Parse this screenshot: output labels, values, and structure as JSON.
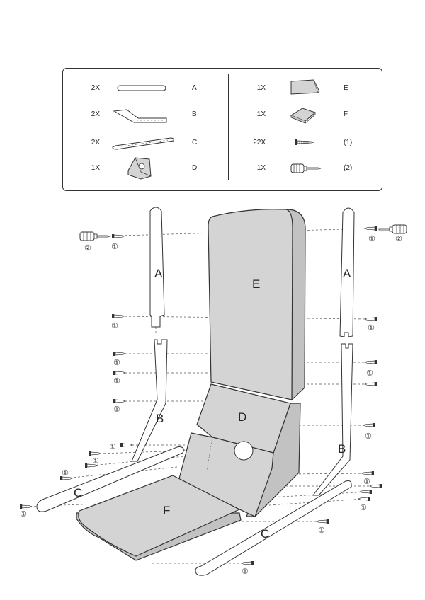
{
  "parts_list": {
    "left": [
      {
        "qty": "2X",
        "letter": "A",
        "icon": "rail-A-icon"
      },
      {
        "qty": "2X",
        "letter": "B",
        "icon": "support-B-icon"
      },
      {
        "qty": "2X",
        "letter": "C",
        "icon": "runner-C-icon"
      },
      {
        "qty": "1X",
        "letter": "D",
        "icon": "lumbar-cushion-D-icon"
      }
    ],
    "right": [
      {
        "qty": "1X",
        "letter": "E",
        "icon": "back-cushion-E-icon"
      },
      {
        "qty": "1X",
        "letter": "F",
        "icon": "seat-cushion-F-icon"
      },
      {
        "qty": "22X",
        "letter": "(1)",
        "icon": "screw-icon"
      },
      {
        "qty": "1X",
        "letter": "(2)",
        "icon": "screwdriver-icon"
      }
    ]
  },
  "assembly": {
    "labels": {
      "A": "A",
      "B": "B",
      "C": "C",
      "D": "D",
      "E": "E",
      "F": "F"
    },
    "screw_callout": "①",
    "tool_callout": "②"
  },
  "colors": {
    "line": "#333333",
    "cushion_fill": "#d4d4d4",
    "cushion_side": "#c2c2c2",
    "background": "#ffffff"
  }
}
